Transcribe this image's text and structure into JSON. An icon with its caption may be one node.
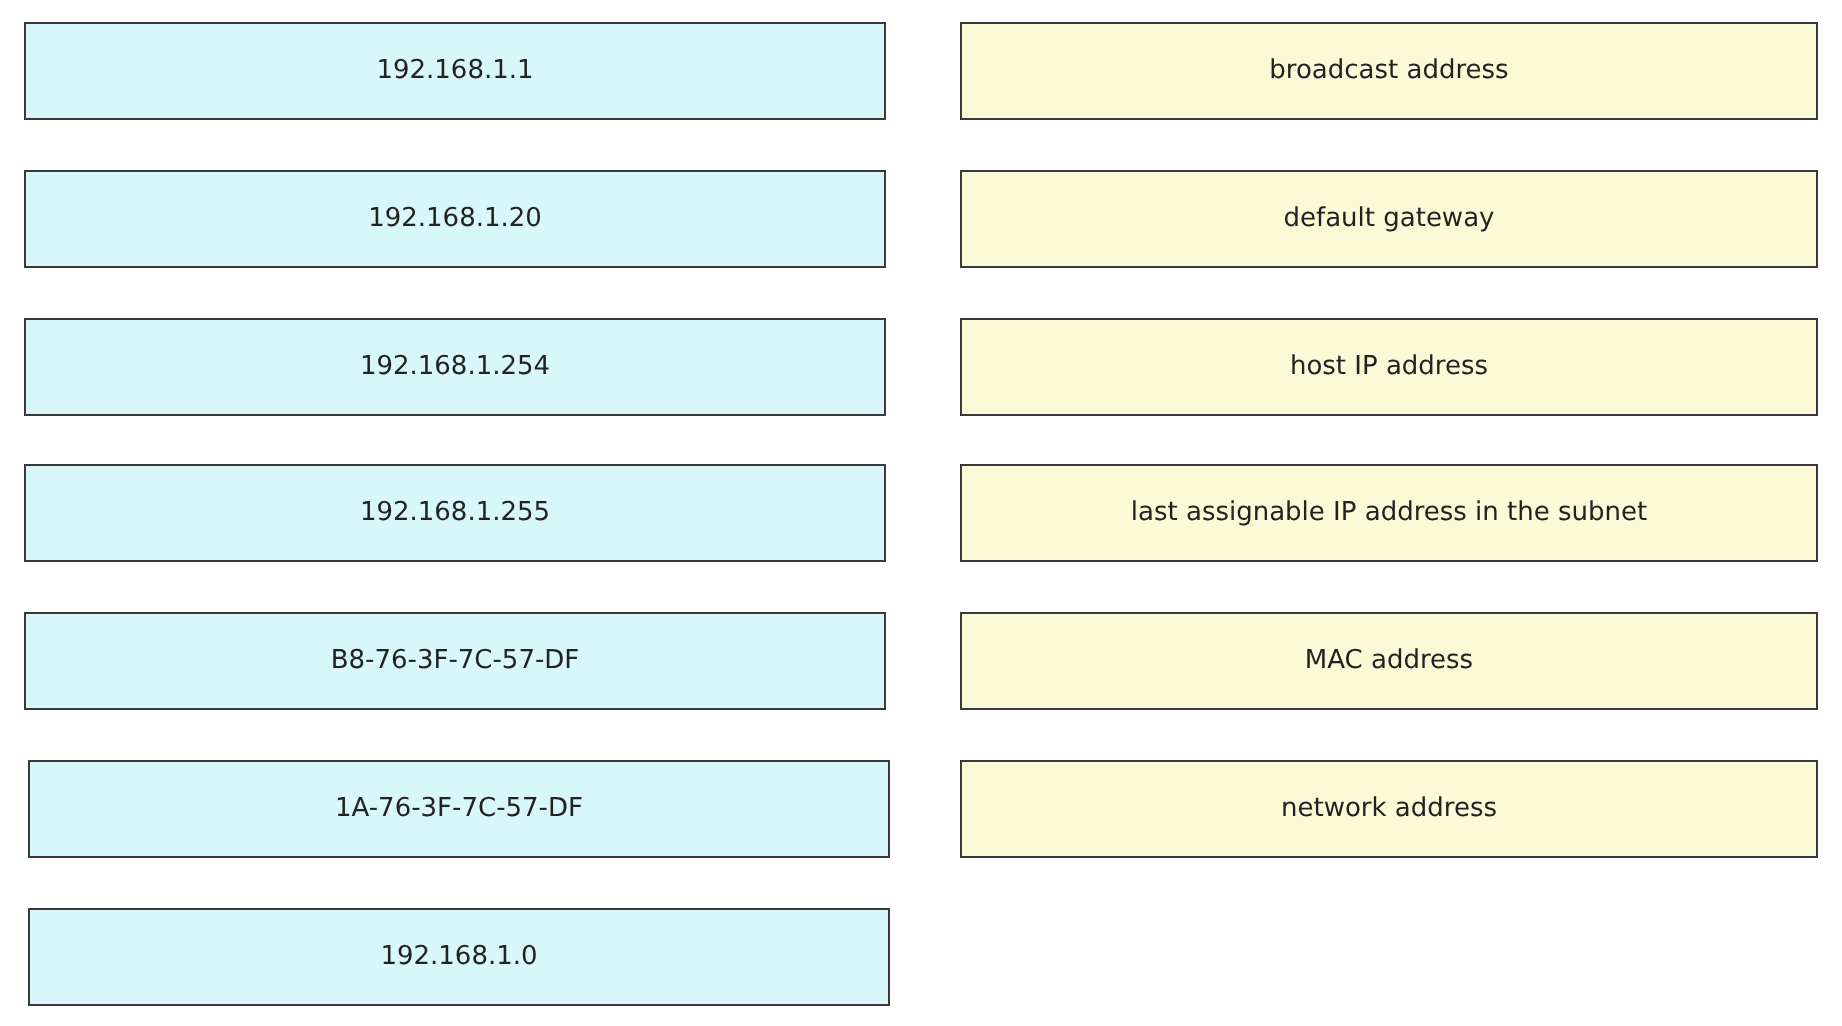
{
  "diagram": {
    "nodes": [
      {
        "text": [
          "192.168.1.1"
        ]
      },
      {
        "text": [
          "192.168.1.20"
        ]
      },
      {
        "text": [
          "192.168.1.254"
        ]
      },
      {
        "text": [
          "192.168.1.255"
        ]
      },
      {
        "text": [
          "B8-76-3F-7C-57-DF"
        ]
      },
      {
        "text": [
          "1A-76-3F-7C-57-DF"
        ]
      },
      {
        "text": [
          "192.168.1.0"
        ]
      },
      {
        "text": [
          "broadcast address"
        ]
      },
      {
        "text": [
          "default gateway"
        ]
      },
      {
        "text": [
          "host IP address"
        ]
      },
      {
        "text": [
          "last assignable IP address in the subnet"
        ]
      },
      {
        "text": [
          "MAC address"
        ]
      },
      {
        "text": [
          "network address"
        ]
      }
    ]
  }
}
